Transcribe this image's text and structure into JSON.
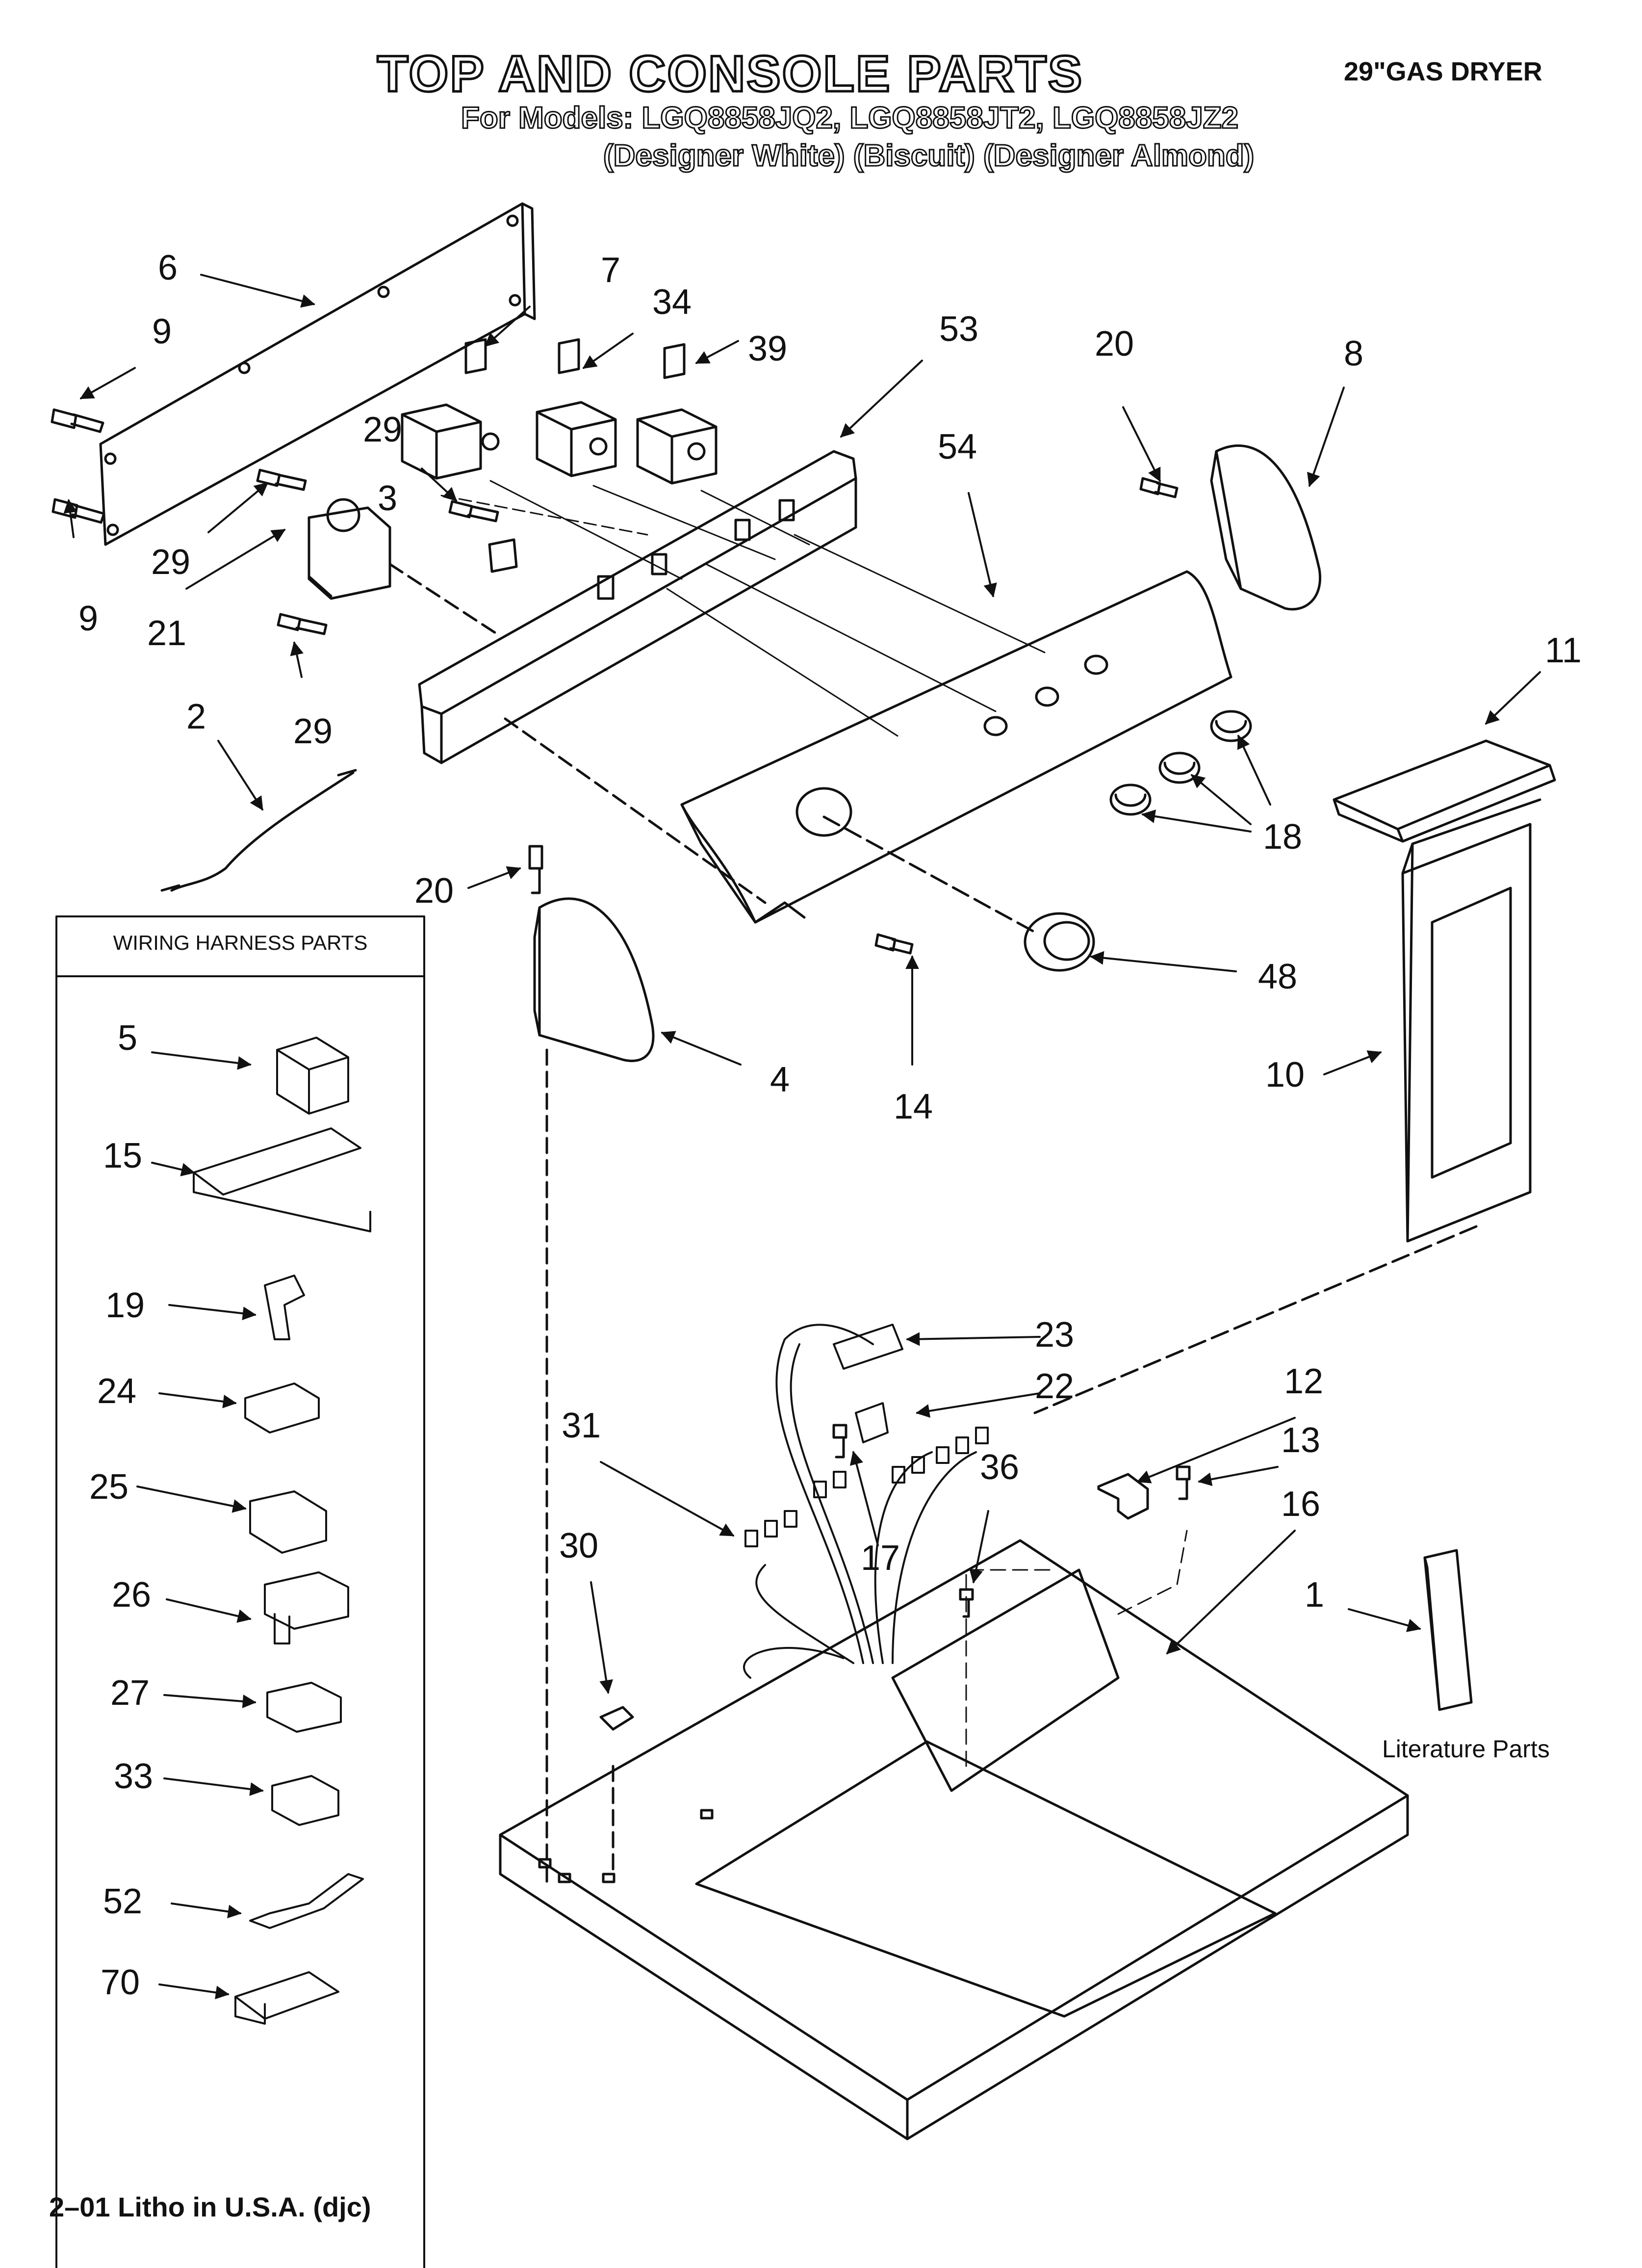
{
  "header": {
    "title": "TOP AND CONSOLE PARTS",
    "models": "For Models: LGQ8858JQ2, LGQ8858JT2, LGQ8858JZ2",
    "variants": "(Designer White)  (Biscuit)  (Designer Almond)",
    "product": "29\"GAS DRYER"
  },
  "wiring_harness": {
    "title": "WIRING HARNESS PARTS"
  },
  "literature": {
    "label": "Literature Parts"
  },
  "footer": {
    "litho": "2–01 Litho in U.S.A. (djc)"
  },
  "callouts": {
    "c6": "6",
    "c9a": "9",
    "c9b": "9",
    "c29a": "29",
    "c29b": "29",
    "c29c": "29",
    "c21": "21",
    "c3": "3",
    "c7": "7",
    "c34": "34",
    "c39": "39",
    "c53": "53",
    "c54": "54",
    "c20a": "20",
    "c8": "8",
    "c11": "11",
    "c18": "18",
    "c2": "2",
    "c20b": "20",
    "c48": "48",
    "c4": "4",
    "c14": "14",
    "c10": "10",
    "c5": "5",
    "c15": "15",
    "c19": "19",
    "c24": "24",
    "c25": "25",
    "c26": "26",
    "c27": "27",
    "c33": "33",
    "c52": "52",
    "c70": "70",
    "c23": "23",
    "c22": "22",
    "c12": "12",
    "c13": "13",
    "c31": "31",
    "c36": "36",
    "c16": "16",
    "c30": "30",
    "c17": "17",
    "c1": "1"
  },
  "colors": {
    "ink": "#111111",
    "paper": "#ffffff"
  }
}
